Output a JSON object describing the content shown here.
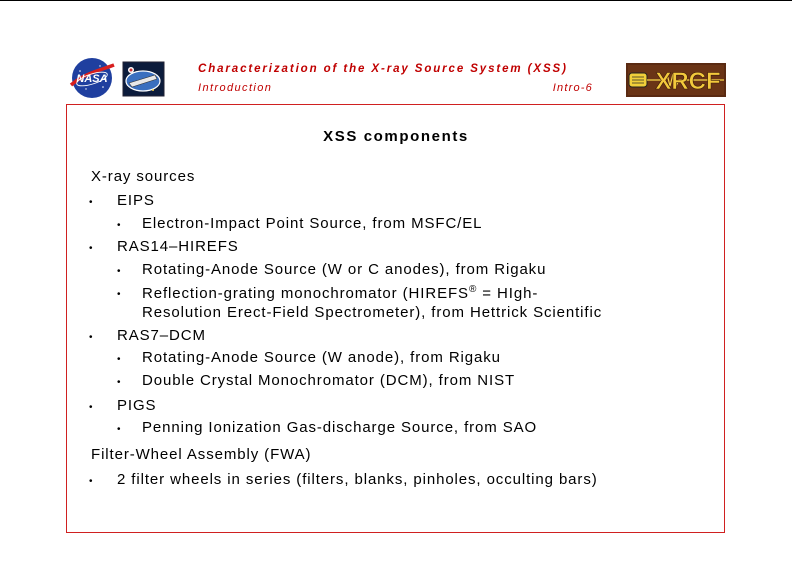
{
  "header": {
    "title": "Characterization of the X-ray Source System (XSS)",
    "section": "Introduction",
    "page": "Intro-6",
    "logos": {
      "left": "NASA",
      "right": "XRCF"
    }
  },
  "slide": {
    "title": "XSS components",
    "bullet_glyph": "•",
    "body": [
      {
        "level": 0,
        "text": "X-ray sources"
      },
      {
        "level": 1,
        "text": "EIPS"
      },
      {
        "level": 2,
        "text": "Electron-Impact Point Source, from MSFC/EL"
      },
      {
        "level": 1,
        "text": "RAS14–HIREFS"
      },
      {
        "level": 2,
        "text": "Rotating-Anode Source (W or C anodes), from Rigaku"
      },
      {
        "level": 2,
        "text": "Reflection-grating monochromator (HIREFS",
        "sup": "®",
        "after": " = HIgh-"
      },
      {
        "level": 3,
        "text": "Resolution Erect-Field Spectrometer), from Hettrick Scientific"
      },
      {
        "level": 1,
        "text": "RAS7–DCM"
      },
      {
        "level": 2,
        "text": "Rotating-Anode Source (W anode), from Rigaku"
      },
      {
        "level": 2,
        "text": "Double Crystal Monochromator (DCM), from NIST"
      },
      {
        "level": 1,
        "text": "PIGS"
      },
      {
        "level": 2,
        "text": "Penning Ionization Gas-discharge Source, from SAO"
      },
      {
        "level": 0,
        "text": "Filter-Wheel Assembly (FWA)"
      },
      {
        "level": 1,
        "text": "2 filter wheels in series (filters, blanks, pinholes, occulting bars)"
      }
    ]
  },
  "colors": {
    "accent": "#c00000",
    "frame": "#d02020"
  }
}
